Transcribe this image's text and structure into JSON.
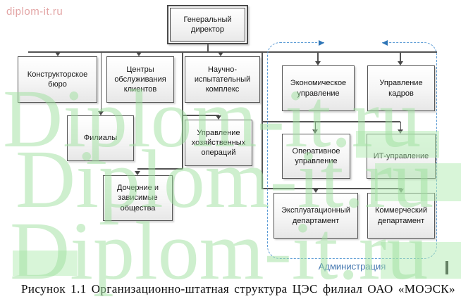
{
  "corner_link": {
    "text": "diplom-it.ru"
  },
  "org_chart": {
    "nodes": {
      "director": "Генеральный директор",
      "design_bureau": "Конструкторское бюро",
      "client_centers": "Центры обслуживания клиентов",
      "research_complex": "Научно-испытательный комплекс",
      "branches": "Филиалы",
      "household_ops": "Управление хозяйственных операций",
      "subsidiaries": "Дочерние и зависимые общества",
      "economic": "Экономическое управление",
      "hr": "Управление кадров",
      "operational": "Оперативное управление",
      "it": "ИТ-управление",
      "exploitation": "Эксплуатационный департамент",
      "commercial": "Коммерческий департамент"
    },
    "admin_group_label": "Администрация"
  },
  "watermark": {
    "text": "Diplom-it.ru"
  },
  "caption": "Рисунок 1.1 Организационно-штатная структура ЦЭС филиал ОАО «МОЭСК»",
  "colors": {
    "box_border": "#575757",
    "connector": "#545454",
    "dashed_group": "#5b9bd5",
    "group_arrow": "#2e75b6",
    "admin_label": "#4577b0",
    "watermark_green": "#9de09d",
    "corner_link_pink": "#e3a5a5"
  }
}
